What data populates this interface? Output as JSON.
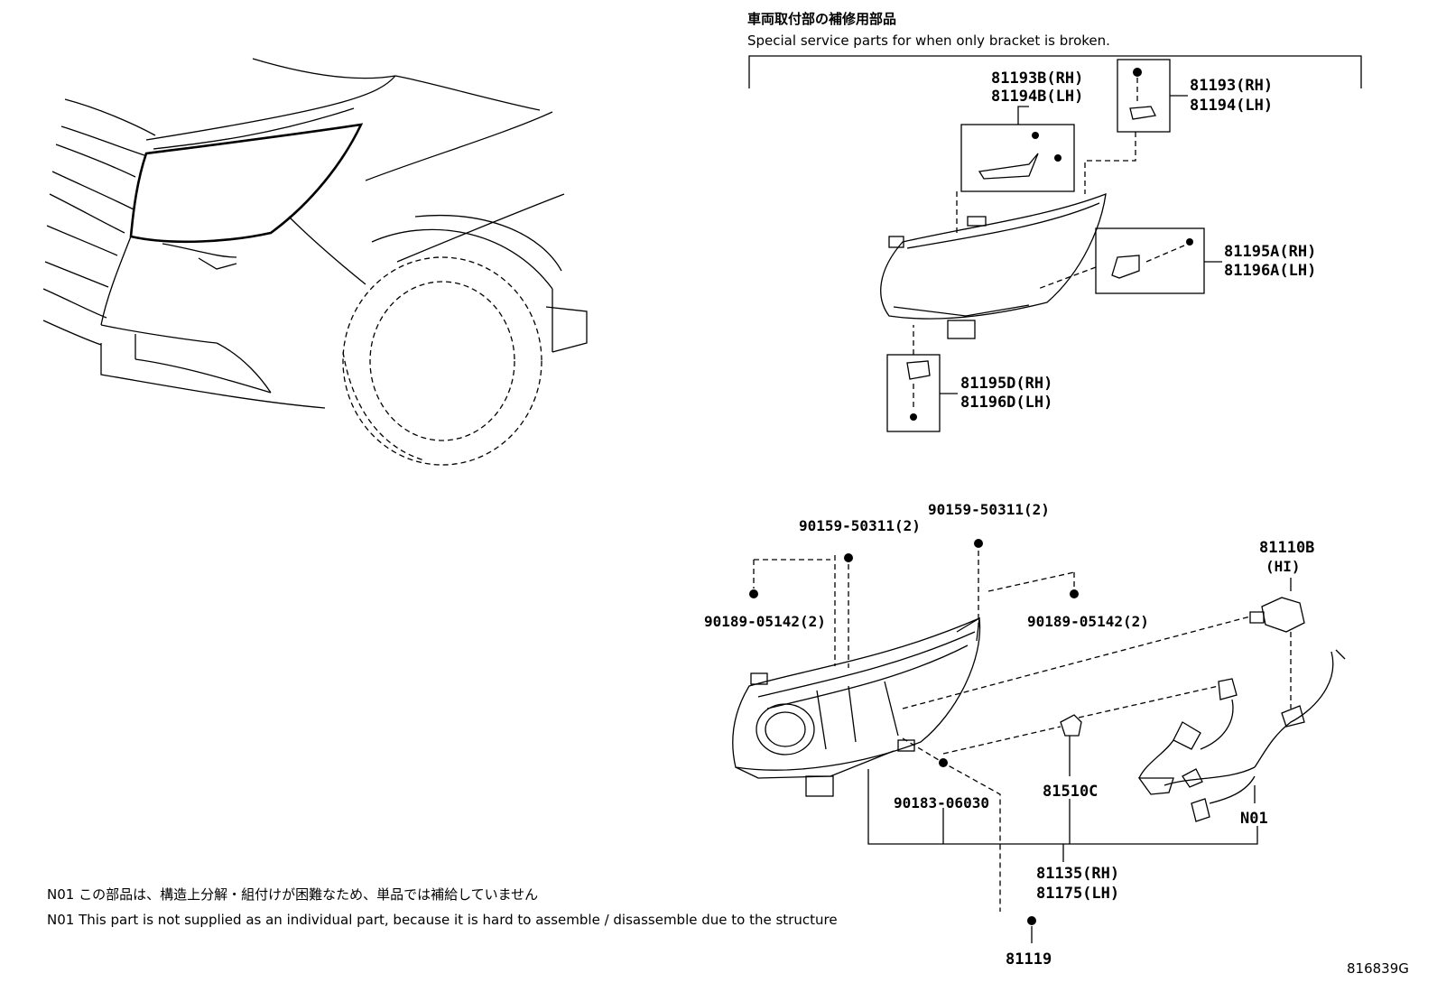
{
  "header": {
    "jp": "車両取付部の補修用部品",
    "en": "Special service parts for when only bracket is broken."
  },
  "callouts": {
    "p81193B": "81193B(RH)",
    "p81194B": "81194B(LH)",
    "p81193": "81193(RH)",
    "p81194": "81194(LH)",
    "p81195A": "81195A(RH)",
    "p81196A": "81196A(LH)",
    "p81195D": "81195D(RH)",
    "p81196D": "81196D(LH)",
    "p90159a": "90159-50311(2)",
    "p90159b": "90159-50311(2)",
    "p90189a": "90189-05142(2)",
    "p90189b": "90189-05142(2)",
    "p81110B": "81110B",
    "p81110B_sub": "(HI)",
    "p81510C": "81510C",
    "p90183": "90183-06030",
    "pN01": "N01",
    "p81135": "81135(RH)",
    "p81175": "81175(LH)",
    "p81119": "81119"
  },
  "notes": {
    "jp": "N01 この部品は、構造上分解・組付けが困難なため、単品では補給していません",
    "en": "N01 This part is not supplied as an individual part, because it is hard to assemble / disassemble due to the structure"
  },
  "figure_id": "816839G"
}
